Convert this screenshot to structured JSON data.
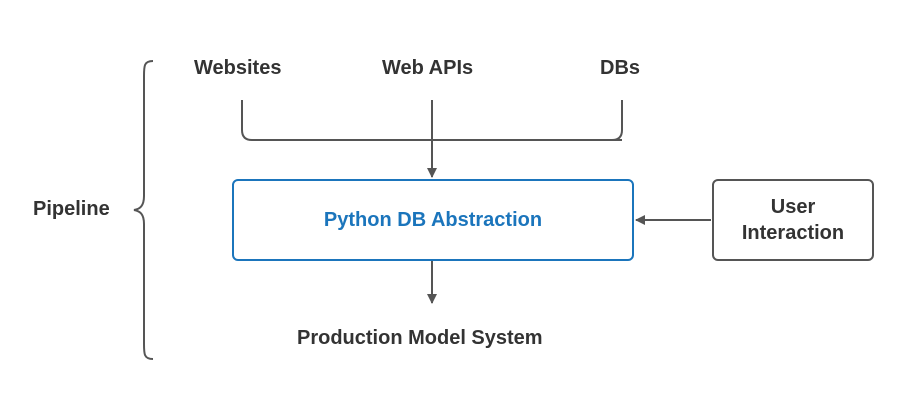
{
  "group": {
    "label": "Pipeline"
  },
  "sources": {
    "websites": "Websites",
    "web_apis": "Web APIs",
    "dbs": "DBs"
  },
  "core": {
    "label": "Python DB Abstraction"
  },
  "user": {
    "label": "User\nInteraction"
  },
  "output": {
    "label": "Production Model System"
  },
  "colors": {
    "accent": "#1b75bc",
    "line": "#555555",
    "text": "#333333"
  }
}
